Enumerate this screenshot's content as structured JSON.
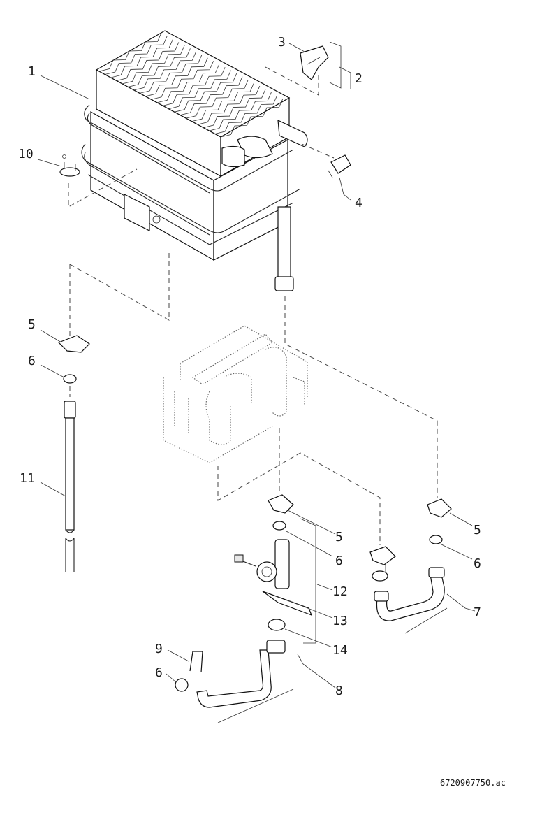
{
  "labels": {
    "p1": "1",
    "p2": "2",
    "p3": "3",
    "p4": "4",
    "p5a": "5",
    "p5b": "5",
    "p5c": "5",
    "p6a": "6",
    "p6b": "6",
    "p6c": "6",
    "p6d": "6",
    "p7": "7",
    "p8": "8",
    "p9": "9",
    "p10": "10",
    "p11": "11",
    "p12": "12",
    "p13": "13",
    "p14": "14"
  },
  "drawing_code": "6720907750.ac"
}
